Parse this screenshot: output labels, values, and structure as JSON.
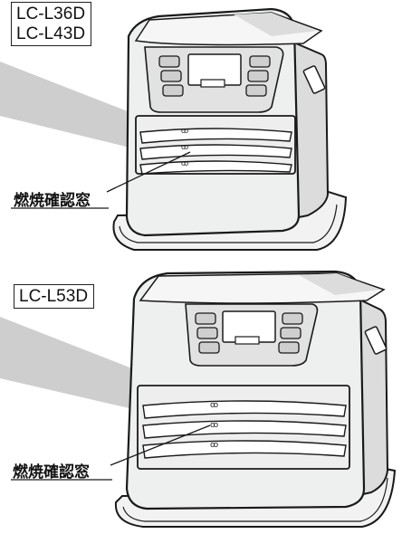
{
  "top_unit": {
    "models": [
      "LC-L36D",
      "LC-L43D"
    ],
    "callout": "燃焼確認窓"
  },
  "bottom_unit": {
    "models": [
      "LC-L53D"
    ],
    "callout": "燃焼確認窓"
  },
  "colors": {
    "outline": "#1a1a1a",
    "body": "#eef0f0",
    "shade": "#c8c8c8",
    "panel": "#e6e6e6"
  }
}
